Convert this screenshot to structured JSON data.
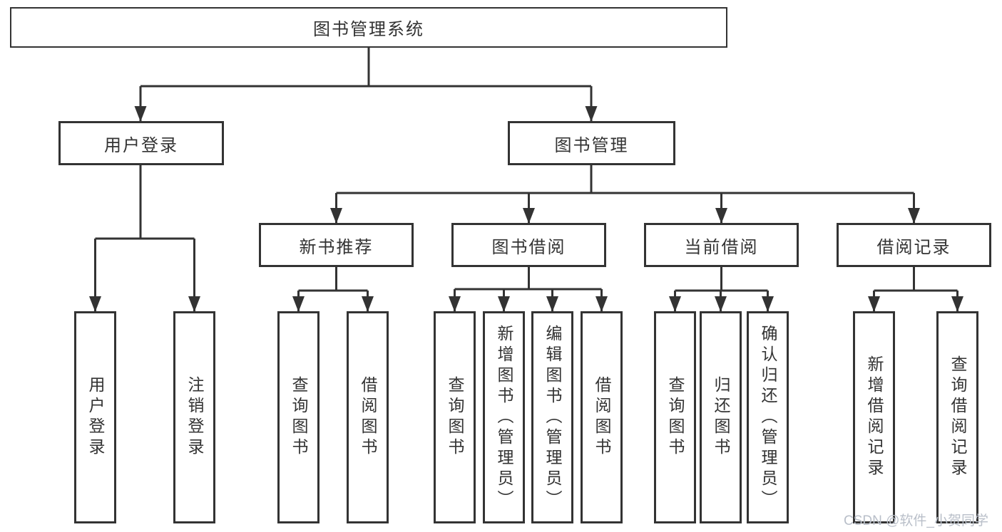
{
  "root": {
    "label": "图书管理系统"
  },
  "user_branch": {
    "label": "用户登录",
    "children": [
      {
        "label": "用户登录"
      },
      {
        "label": "注销登录"
      }
    ]
  },
  "book_branch": {
    "label": "图书管理",
    "sections": [
      {
        "label": "新书推荐",
        "children": [
          {
            "label": "查询图书"
          },
          {
            "label": "借阅图书"
          }
        ]
      },
      {
        "label": "图书借阅",
        "children": [
          {
            "label": "查询图书"
          },
          {
            "label": "新增图书（管理员）"
          },
          {
            "label": "编辑图书（管理员）"
          },
          {
            "label": "借阅图书"
          }
        ]
      },
      {
        "label": "当前借阅",
        "children": [
          {
            "label": "查询图书"
          },
          {
            "label": "归还图书"
          },
          {
            "label": "确认归还（管理员）"
          }
        ]
      },
      {
        "label": "借阅记录",
        "children": [
          {
            "label": "新增借阅记录"
          },
          {
            "label": "查询借阅记录"
          }
        ]
      }
    ]
  },
  "watermark": "CSDN @软件_小贺同学",
  "colors": {
    "line": "#333333",
    "text": "#333333",
    "watermark_text": "#b9bfc9",
    "background": "#ffffff"
  }
}
